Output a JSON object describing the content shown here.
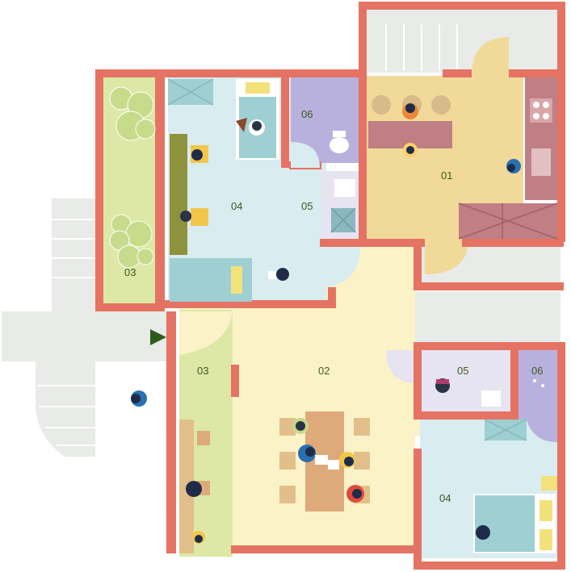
{
  "rooms": {
    "r01": "01",
    "r02": "02",
    "r03_top": "03",
    "r03_bottom": "03",
    "r04_top": "04",
    "r04_bottom": "04",
    "r05_top": "05",
    "r05_bottom": "05",
    "r06_top": "06",
    "r06_bottom": "06"
  },
  "colors": {
    "wall": "#e57363",
    "kitchen": "#f1d99a",
    "living": "#fbf3c7",
    "terrace": "#dde8a6",
    "bedroom": "#d9ecef",
    "bath": "#b9b1dd",
    "wc": "#e7e4f1",
    "stair": "#e9ebe8",
    "counter": "#bf7f84",
    "table": "#dfaa7a",
    "label": "#3d5a1e"
  },
  "icons": {
    "entrance": "entrance-arrow-icon"
  }
}
